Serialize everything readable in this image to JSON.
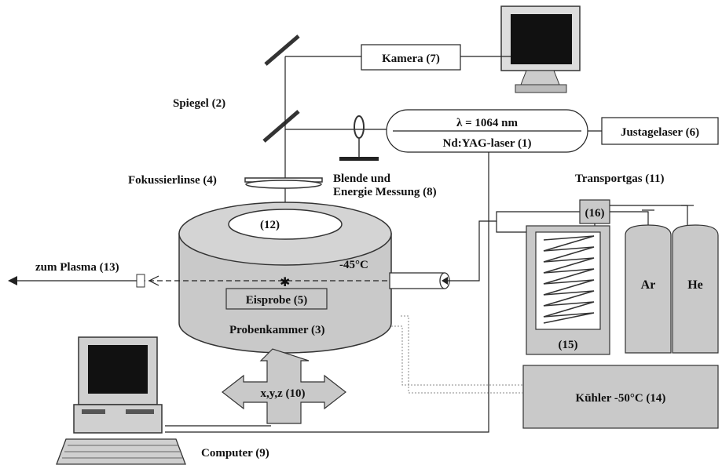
{
  "labels": {
    "kamera": "Kamera (7)",
    "spiegel": "Spiegel (2)",
    "lambda": "λ = 1064 nm",
    "laser": "Nd:YAG-laser (1)",
    "justage": "Justagelaser (6)",
    "blende1": "Blende und",
    "blende2": "Energie Messung (8)",
    "fokus": "Fokussierlinse (4)",
    "transport": "Transportgas (11)",
    "n12": "(12)",
    "n16": "(16)",
    "plasma": "zum Plasma (13)",
    "temp45": "-45°C",
    "ar": "Ar",
    "he": "He",
    "eis": "Eisprobe (5)",
    "kammer": "Probenkammer (3)",
    "n15": "(15)",
    "xyz": "x,y,z (10)",
    "kuehler": "Kühler -50°C (14)",
    "computer": "Computer (9)"
  },
  "colors": {
    "metal": "#c9c9c9",
    "dark": "#222222",
    "screen": "#111111"
  }
}
